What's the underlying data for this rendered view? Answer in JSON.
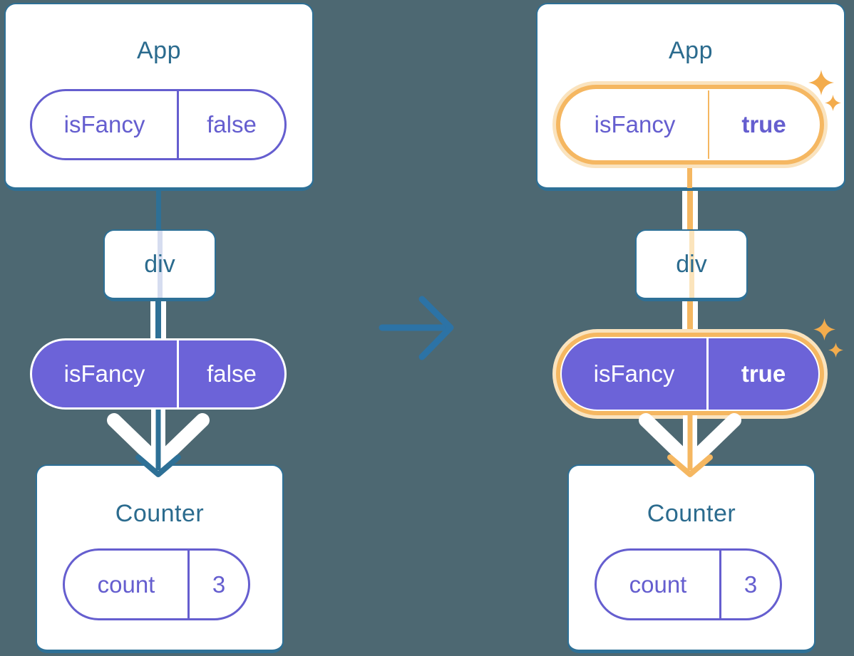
{
  "palette": {
    "background": "#4D6872",
    "teal_border": "#2E7096",
    "teal_text": "#2B6B8E",
    "transition_arrow_blue": "#2C73A6",
    "purple_fill": "#6C63D8",
    "purple_outline": "#655ECF",
    "highlight_orange": "#F5B761",
    "highlight_halo": "#FAE3BE",
    "pass_through_orange": "#FBE4BC",
    "pass_through_lavender": "#D6DDF0",
    "sparkle_orange": "#F3AC4D",
    "card_white": "#FFFFFF"
  },
  "icons": {
    "transition_arrow": "right-arrow",
    "flow_arrow": "down-chevron-arrow",
    "sparkles": "four-point-stars"
  },
  "before": {
    "app_card": {
      "title": "App",
      "prop": {
        "key": "isFancy",
        "value": "false"
      }
    },
    "div_node": {
      "label": "div"
    },
    "passed_prop": {
      "key": "isFancy",
      "value": "false"
    },
    "counter_card": {
      "title": "Counter",
      "state": {
        "key": "count",
        "value": "3"
      }
    }
  },
  "after": {
    "app_card": {
      "title": "App",
      "prop": {
        "key": "isFancy",
        "value": "true"
      }
    },
    "div_node": {
      "label": "div"
    },
    "passed_prop": {
      "key": "isFancy",
      "value": "true"
    },
    "counter_card": {
      "title": "Counter",
      "state": {
        "key": "count",
        "value": "3"
      }
    }
  }
}
